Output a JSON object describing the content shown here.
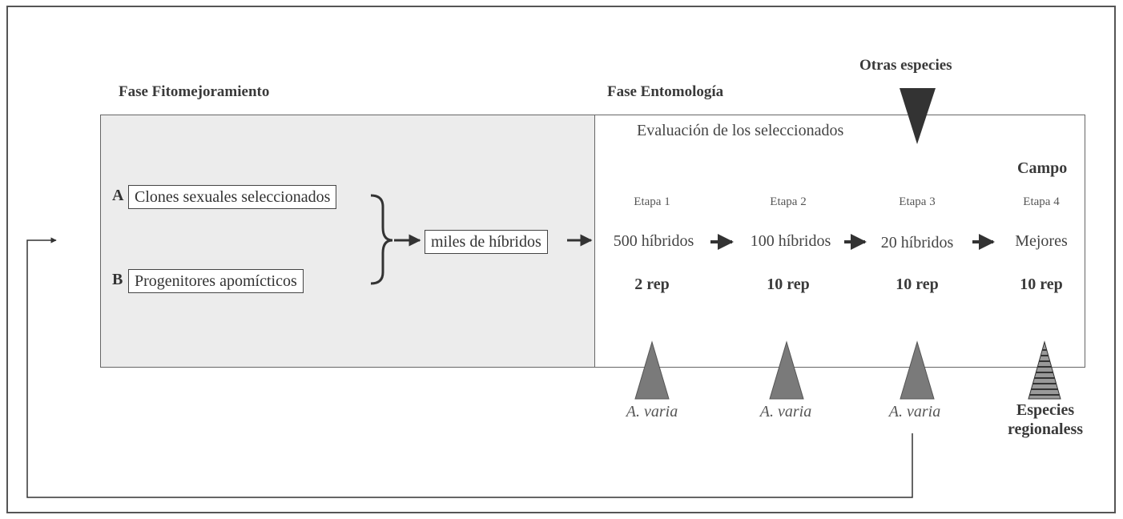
{
  "phases": {
    "breeding_title": "Fase Fitomejoramiento",
    "entomology_title": "Fase Entomología",
    "other_species": "Otras especies",
    "evaluation_title": "Evaluación de los seleccionados",
    "field_label": "Campo"
  },
  "inputs": [
    {
      "letter": "A",
      "label": "Clones sexuales seleccionados"
    },
    {
      "letter": "B",
      "label": "Progenitores apomícticos"
    }
  ],
  "hybrids_label": "miles de híbridos",
  "stages": [
    {
      "name": "Etapa 1",
      "value": "500 híbridos",
      "rep": "2 rep",
      "species": "A. varia"
    },
    {
      "name": "Etapa 2",
      "value": "100 híbridos",
      "rep": "10 rep",
      "species": "A. varia"
    },
    {
      "name": "Etapa 3",
      "value": "20 híbridos",
      "rep": "10 rep",
      "species": "A. varia"
    },
    {
      "name": "Etapa 4",
      "value": "Mejores",
      "rep": "10 rep",
      "species_line1": "Especies",
      "species_line2": "regionaless"
    }
  ],
  "colors": {
    "left_panel": "#ececec",
    "triangle": "#7a7a7a",
    "down_triangle": "#333333",
    "arrow": "#333333"
  }
}
